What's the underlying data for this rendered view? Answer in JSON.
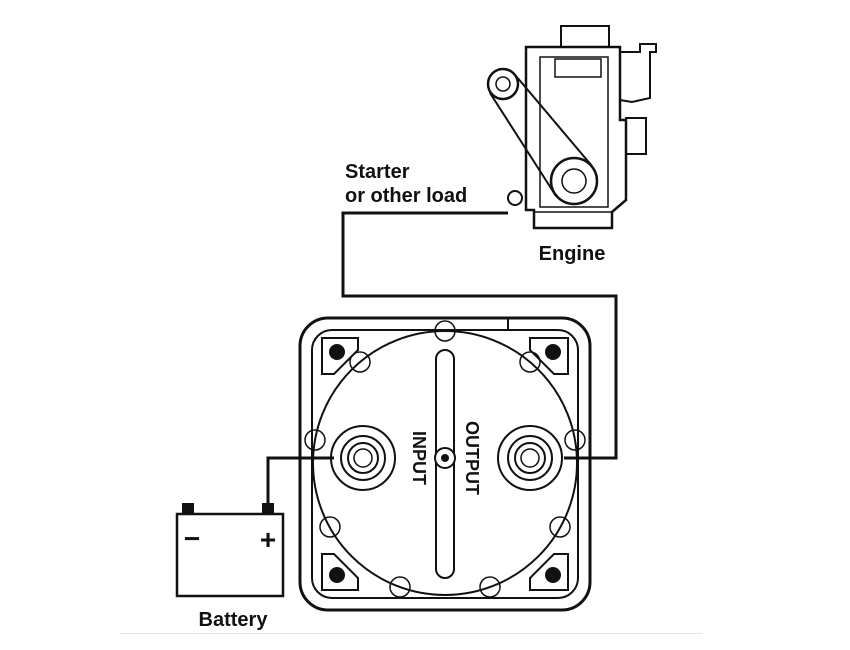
{
  "labels": {
    "starter_line1": "Starter",
    "starter_line2": "or other load",
    "engine": "Engine",
    "battery": "Battery",
    "input": "INPUT",
    "output": "OUTPUT",
    "minus": "−",
    "plus": "+"
  }
}
